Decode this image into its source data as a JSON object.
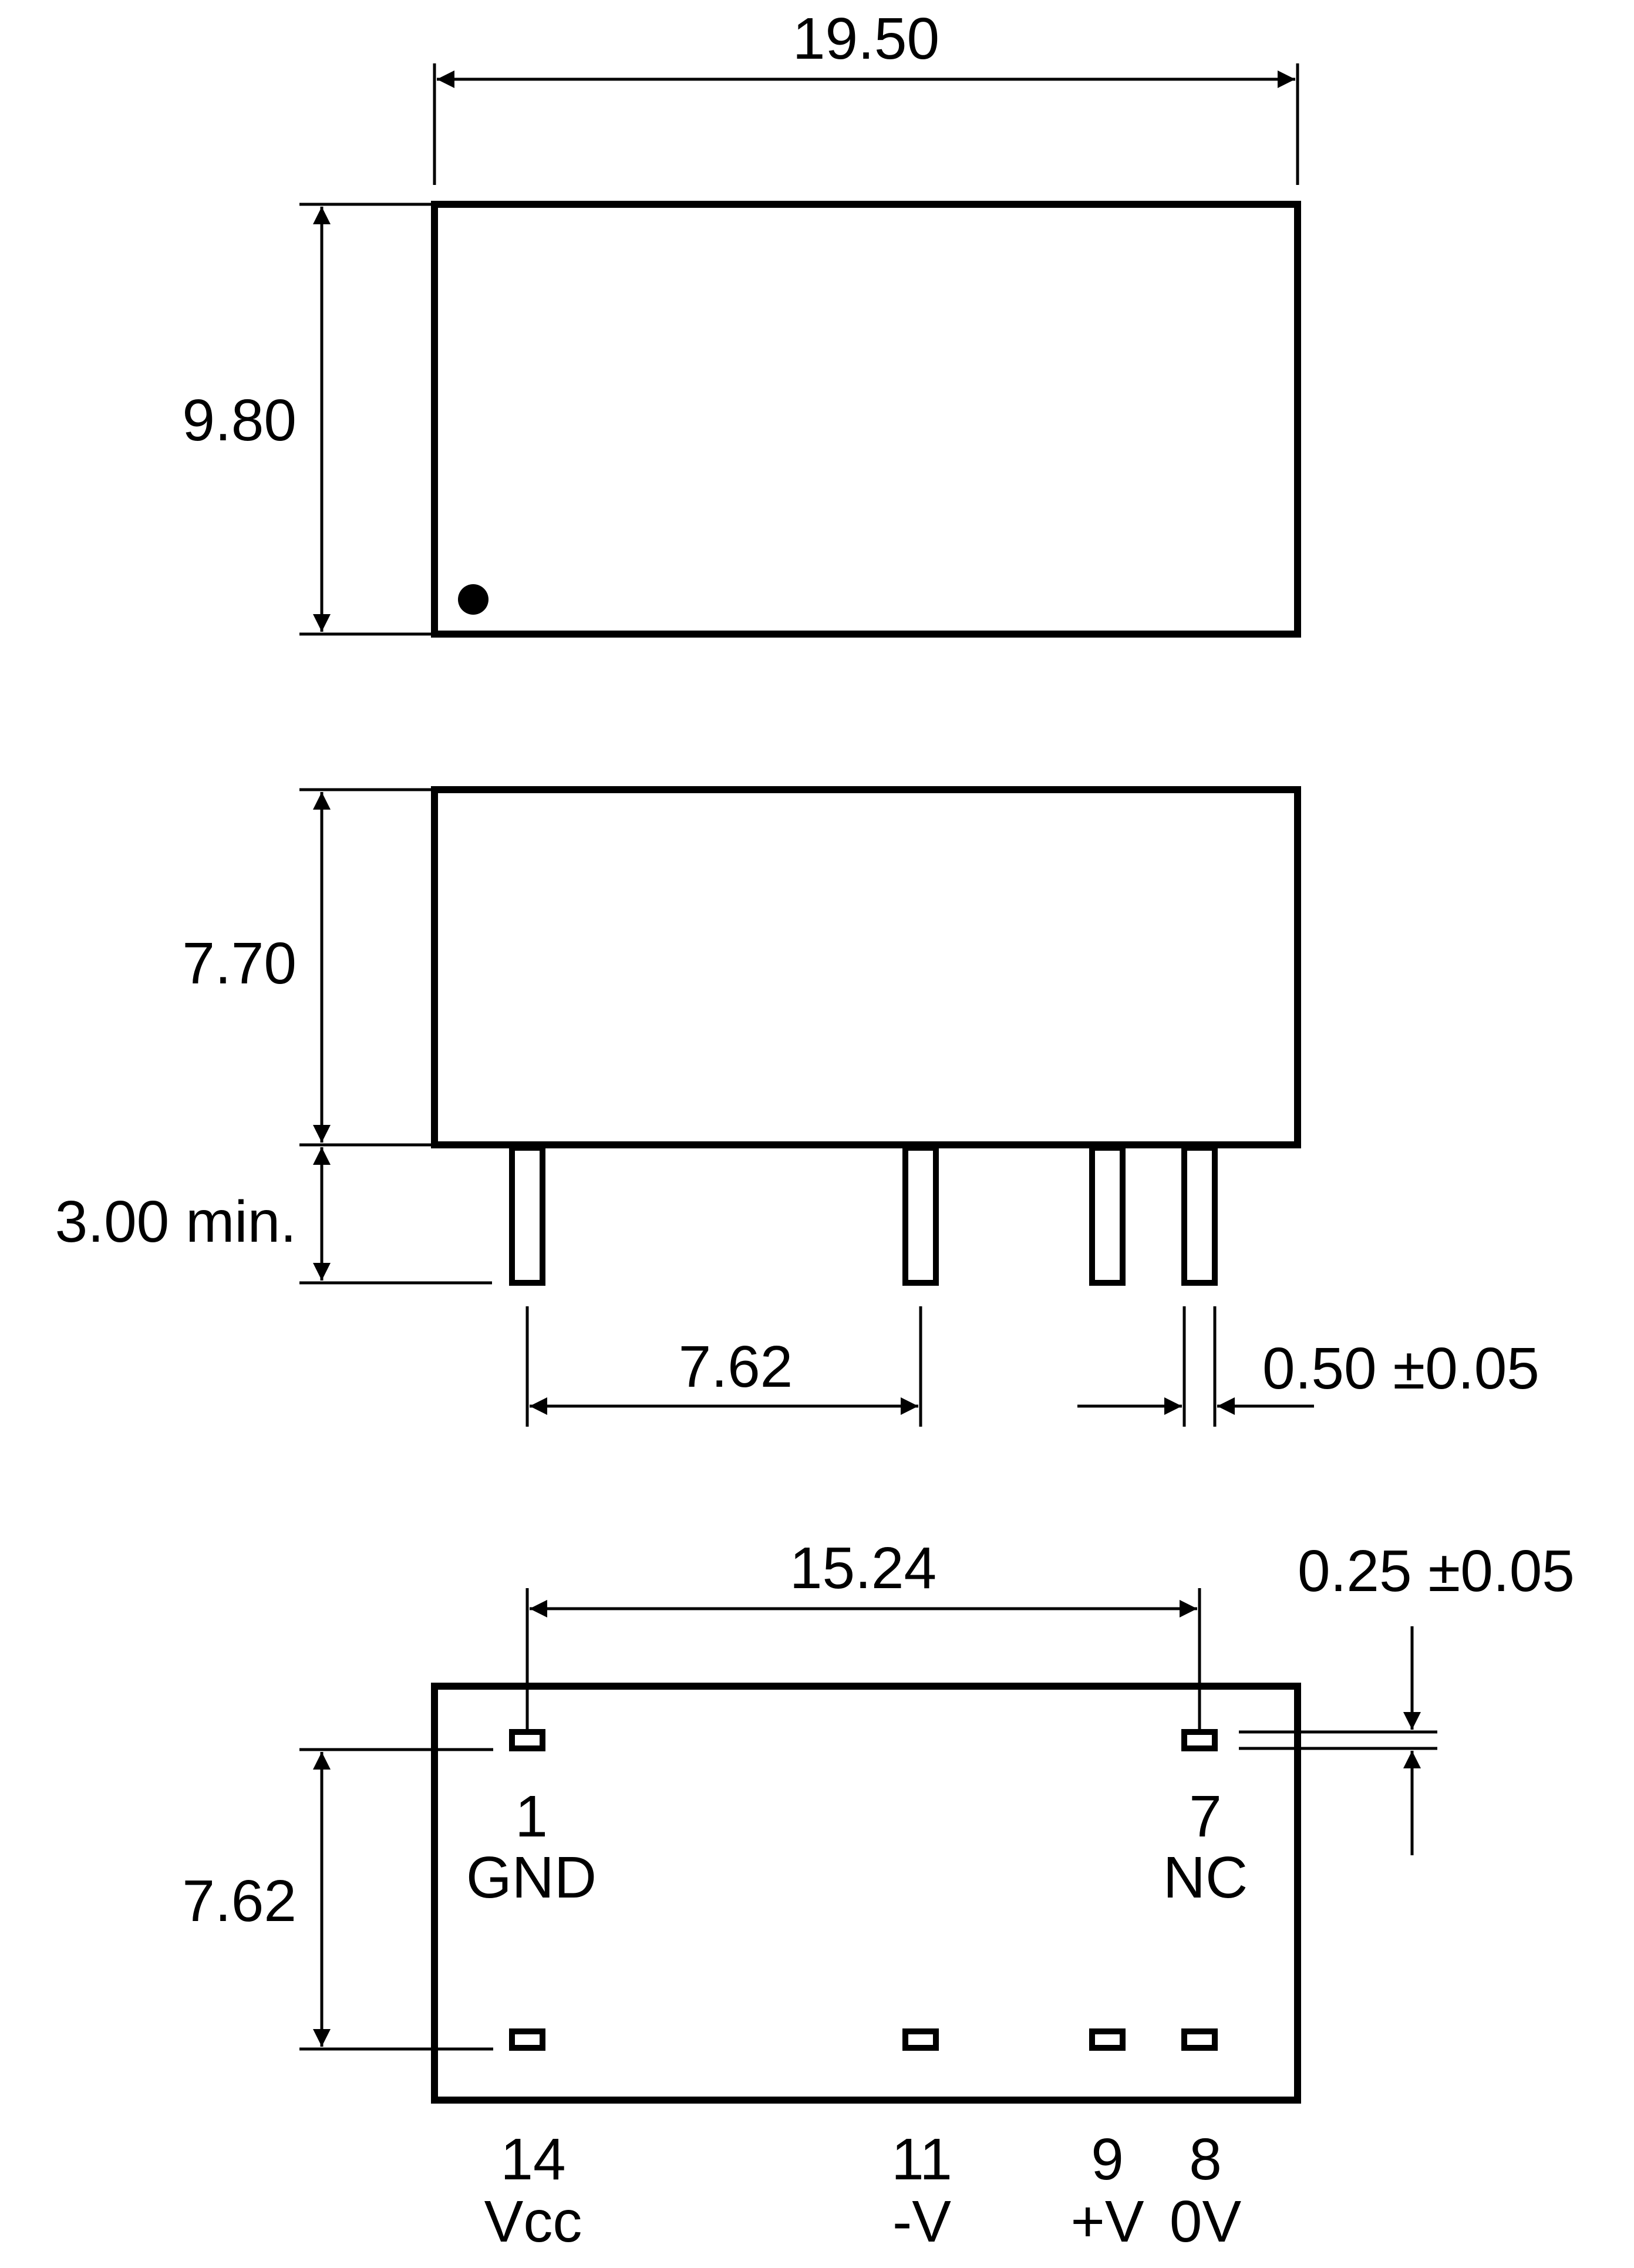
{
  "top_view": {
    "width_label": "19.50",
    "height_label": "9.80"
  },
  "side_view": {
    "body_height_label": "7.70",
    "pin_length_label": "3.00 min.",
    "pin_pitch_label": "7.62",
    "pin_width_label": "0.50 ±0.05"
  },
  "bottom_view": {
    "row_span_label": "15.24",
    "row_spacing_label": "7.62",
    "pad_thickness_label": "0.25 ±0.05",
    "pins": [
      {
        "number": "1",
        "name": "GND"
      },
      {
        "number": "7",
        "name": "NC"
      },
      {
        "number": "14",
        "name": "Vcc"
      },
      {
        "number": "11",
        "name": "-V"
      },
      {
        "number": "9",
        "name": "+V"
      },
      {
        "number": "8",
        "name": "0V"
      }
    ]
  }
}
